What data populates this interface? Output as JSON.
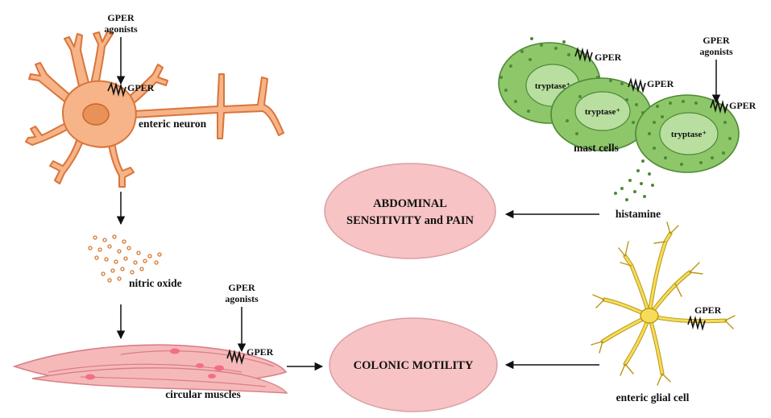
{
  "labels": {
    "agonists_top": [
      "GPER",
      "agonists"
    ],
    "gper_neuron": "GPER",
    "enteric_neuron": "enteric neuron",
    "nitric_oxide": "nitric oxide",
    "agonists_muscle": [
      "GPER",
      "agonists"
    ],
    "gper_muscle": "GPER",
    "circular_muscles": "circular muscles",
    "abdominal_pain": [
      "ABDOMINAL",
      "SENSITIVITY and PAIN"
    ],
    "colonic_motility": "COLONIC MOTILITY",
    "histamine": "histamine",
    "mast_cells": "mast cells",
    "tryptase": "tryptase⁺",
    "gper_mast1": "GPER",
    "gper_mast2": "GPER",
    "agonists_mast": [
      "GPER",
      "agonists"
    ],
    "gper_mast3": "GPER",
    "gper_glial": "GPER",
    "enteric_glial_cell": "enteric glial cell"
  },
  "colors": {
    "neuron_fill": "#f6b488",
    "neuron_stroke": "#d9753a",
    "nucleus": "#e8925a",
    "no_dots": "#d9752c",
    "muscle_fill": "#f6b9b9",
    "muscle_stroke": "#d87f86",
    "muscle_nucleus": "#f26f86",
    "outcome_fill": "#f7c3c4",
    "outcome_stroke": "#d9a0a3",
    "mast_fill": "#8dc76a",
    "mast_stroke": "#4e8a35",
    "mast_inner": "#b8df9f",
    "granule": "#4e8a35",
    "glial_fill": "#f5dc5a",
    "glial_stroke": "#b99714",
    "arrow": "#111111"
  }
}
